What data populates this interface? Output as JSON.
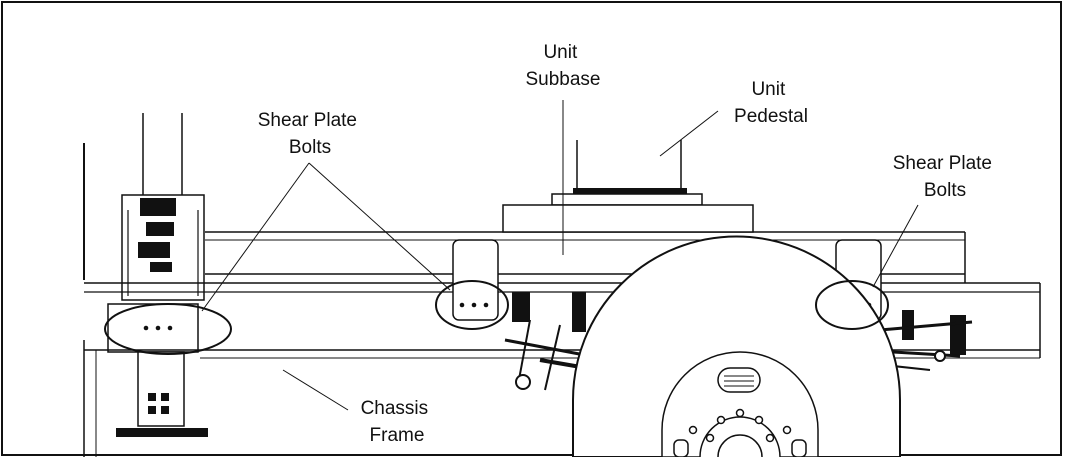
{
  "labels": {
    "unit_subbase": [
      "Unit",
      "Subbase"
    ],
    "unit_pedestal": [
      "Unit",
      "Pedestal"
    ],
    "shear_plate_bolts_left": [
      "Shear Plate",
      "Bolts"
    ],
    "shear_plate_bolts_right": [
      "Shear Plate",
      "Bolts"
    ],
    "chassis_frame": [
      "Chassis",
      "Frame"
    ]
  }
}
